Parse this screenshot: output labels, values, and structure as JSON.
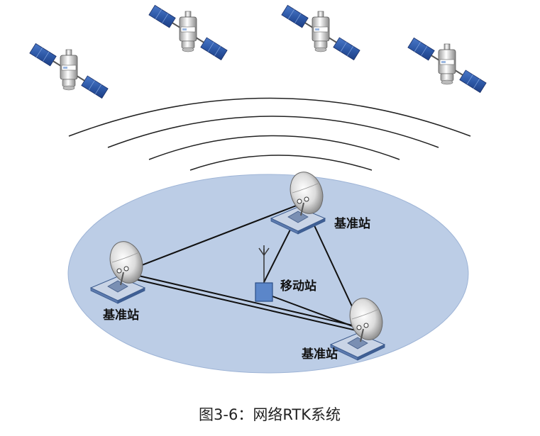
{
  "labels": {
    "base_station_top": "基准站",
    "base_station_left": "基准站",
    "base_station_bottom": "基准站",
    "mobile_station": "移动站"
  },
  "caption": "图3-6：网络RTK系统"
}
